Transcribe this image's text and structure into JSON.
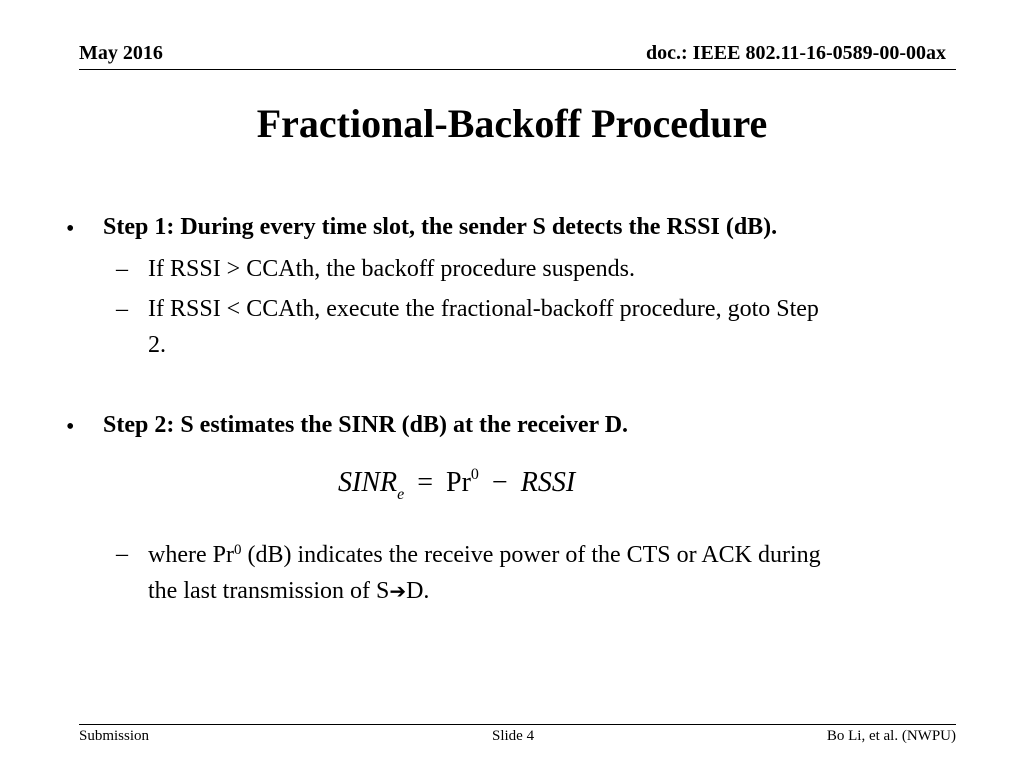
{
  "header": {
    "date": "May 2016",
    "doc": "doc.: IEEE 802.11-16-0589-00-00ax"
  },
  "title": "Fractional-Backoff Procedure",
  "bullets": [
    {
      "marker": "•",
      "text": "Step 1: During every time slot, the sender S detects the RSSI (dB).",
      "subs": [
        {
          "marker": "–",
          "text": "If RSSI > CCAth, the backoff procedure suspends."
        },
        {
          "marker": "–",
          "line1": "If RSSI < CCAth, execute the fractional-backoff procedure, goto Step",
          "line2": "2."
        }
      ]
    },
    {
      "marker": "•",
      "text": "Step 2: S estimates the SINR (dB) at the receiver D.",
      "subs": [
        {
          "marker": "–",
          "line1_pre": "where Pr",
          "line1_sup": "0",
          "line1_post": " (dB) indicates the receive power of the CTS or ACK during",
          "line2_pre": "the last transmission of S",
          "line2_arrow": "➔",
          "line2_post": "D."
        }
      ]
    }
  ],
  "equation": {
    "lhs": "SINR",
    "lhs_sub": "e",
    "equals": "=",
    "term1": "Pr",
    "term1_sup": "0",
    "minus": "−",
    "term2": "RSSI"
  },
  "footer": {
    "left": "Submission",
    "center": "Slide 4",
    "right": "Bo Li, et al. (NWPU)"
  }
}
